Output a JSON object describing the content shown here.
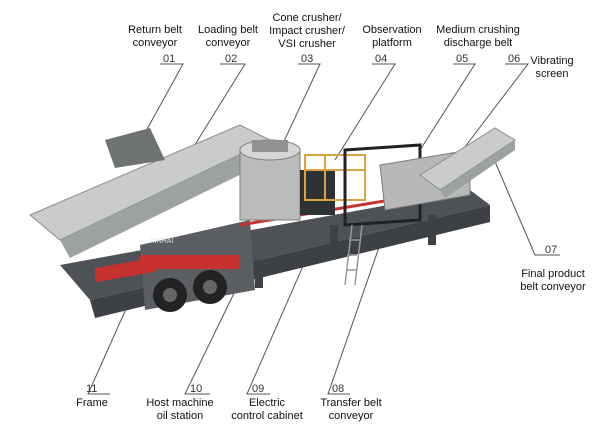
{
  "brand": "XINHAI",
  "callouts": [
    {
      "num": "01",
      "lines": [
        "Return belt",
        "conveyor"
      ]
    },
    {
      "num": "02",
      "lines": [
        "Loading belt",
        "conveyor"
      ]
    },
    {
      "num": "03",
      "lines": [
        "Cone crusher/",
        "Impact crusher/",
        "VSI crusher"
      ]
    },
    {
      "num": "04",
      "lines": [
        "Observation",
        "platform"
      ]
    },
    {
      "num": "05",
      "lines": [
        "Medium crushing",
        "discharge belt"
      ]
    },
    {
      "num": "06",
      "lines": [
        "Vibrating",
        "screen"
      ]
    },
    {
      "num": "07",
      "lines": [
        "Final product",
        "belt conveyor"
      ]
    },
    {
      "num": "08",
      "lines": [
        "Transfer belt",
        "conveyor"
      ]
    },
    {
      "num": "09",
      "lines": [
        "Electric",
        "control cabinet"
      ]
    },
    {
      "num": "10",
      "lines": [
        "Host machine",
        "oil station"
      ]
    },
    {
      "num": "11",
      "lines": [
        "Frame"
      ]
    }
  ],
  "colors": {
    "body": "#5b5f63",
    "panel": "#c9ccc9",
    "accent": "#c8322e",
    "rail": "#d9a441",
    "line": "#555555"
  }
}
